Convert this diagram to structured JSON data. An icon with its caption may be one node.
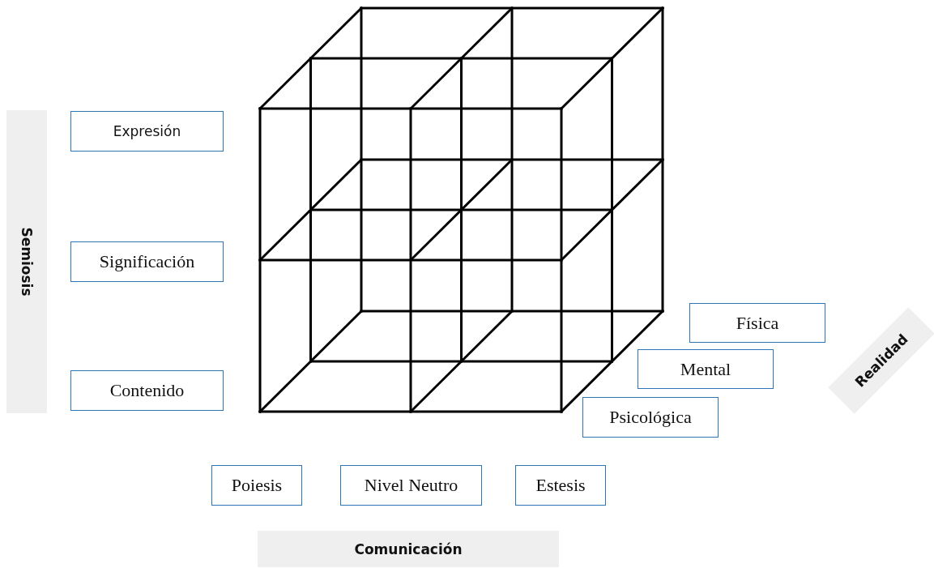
{
  "diagram": {
    "nodes": [
      {
        "text": [
          "Semiosis"
        ]
      },
      {
        "text": [
          "Expresión"
        ]
      },
      {
        "text": [
          "Significación"
        ]
      },
      {
        "text": [
          "Contenido"
        ]
      },
      {
        "text": [
          "Física"
        ]
      },
      {
        "text": [
          "Mental"
        ]
      },
      {
        "text": [
          "Realidad"
        ]
      },
      {
        "text": [
          "Psicológica"
        ]
      },
      {
        "text": [
          "Poiesis"
        ]
      },
      {
        "text": [
          "Nivel Neutro"
        ]
      },
      {
        "text": [
          "Estesis"
        ]
      },
      {
        "text": [
          "Comunicación"
        ]
      }
    ],
    "edges": []
  }
}
